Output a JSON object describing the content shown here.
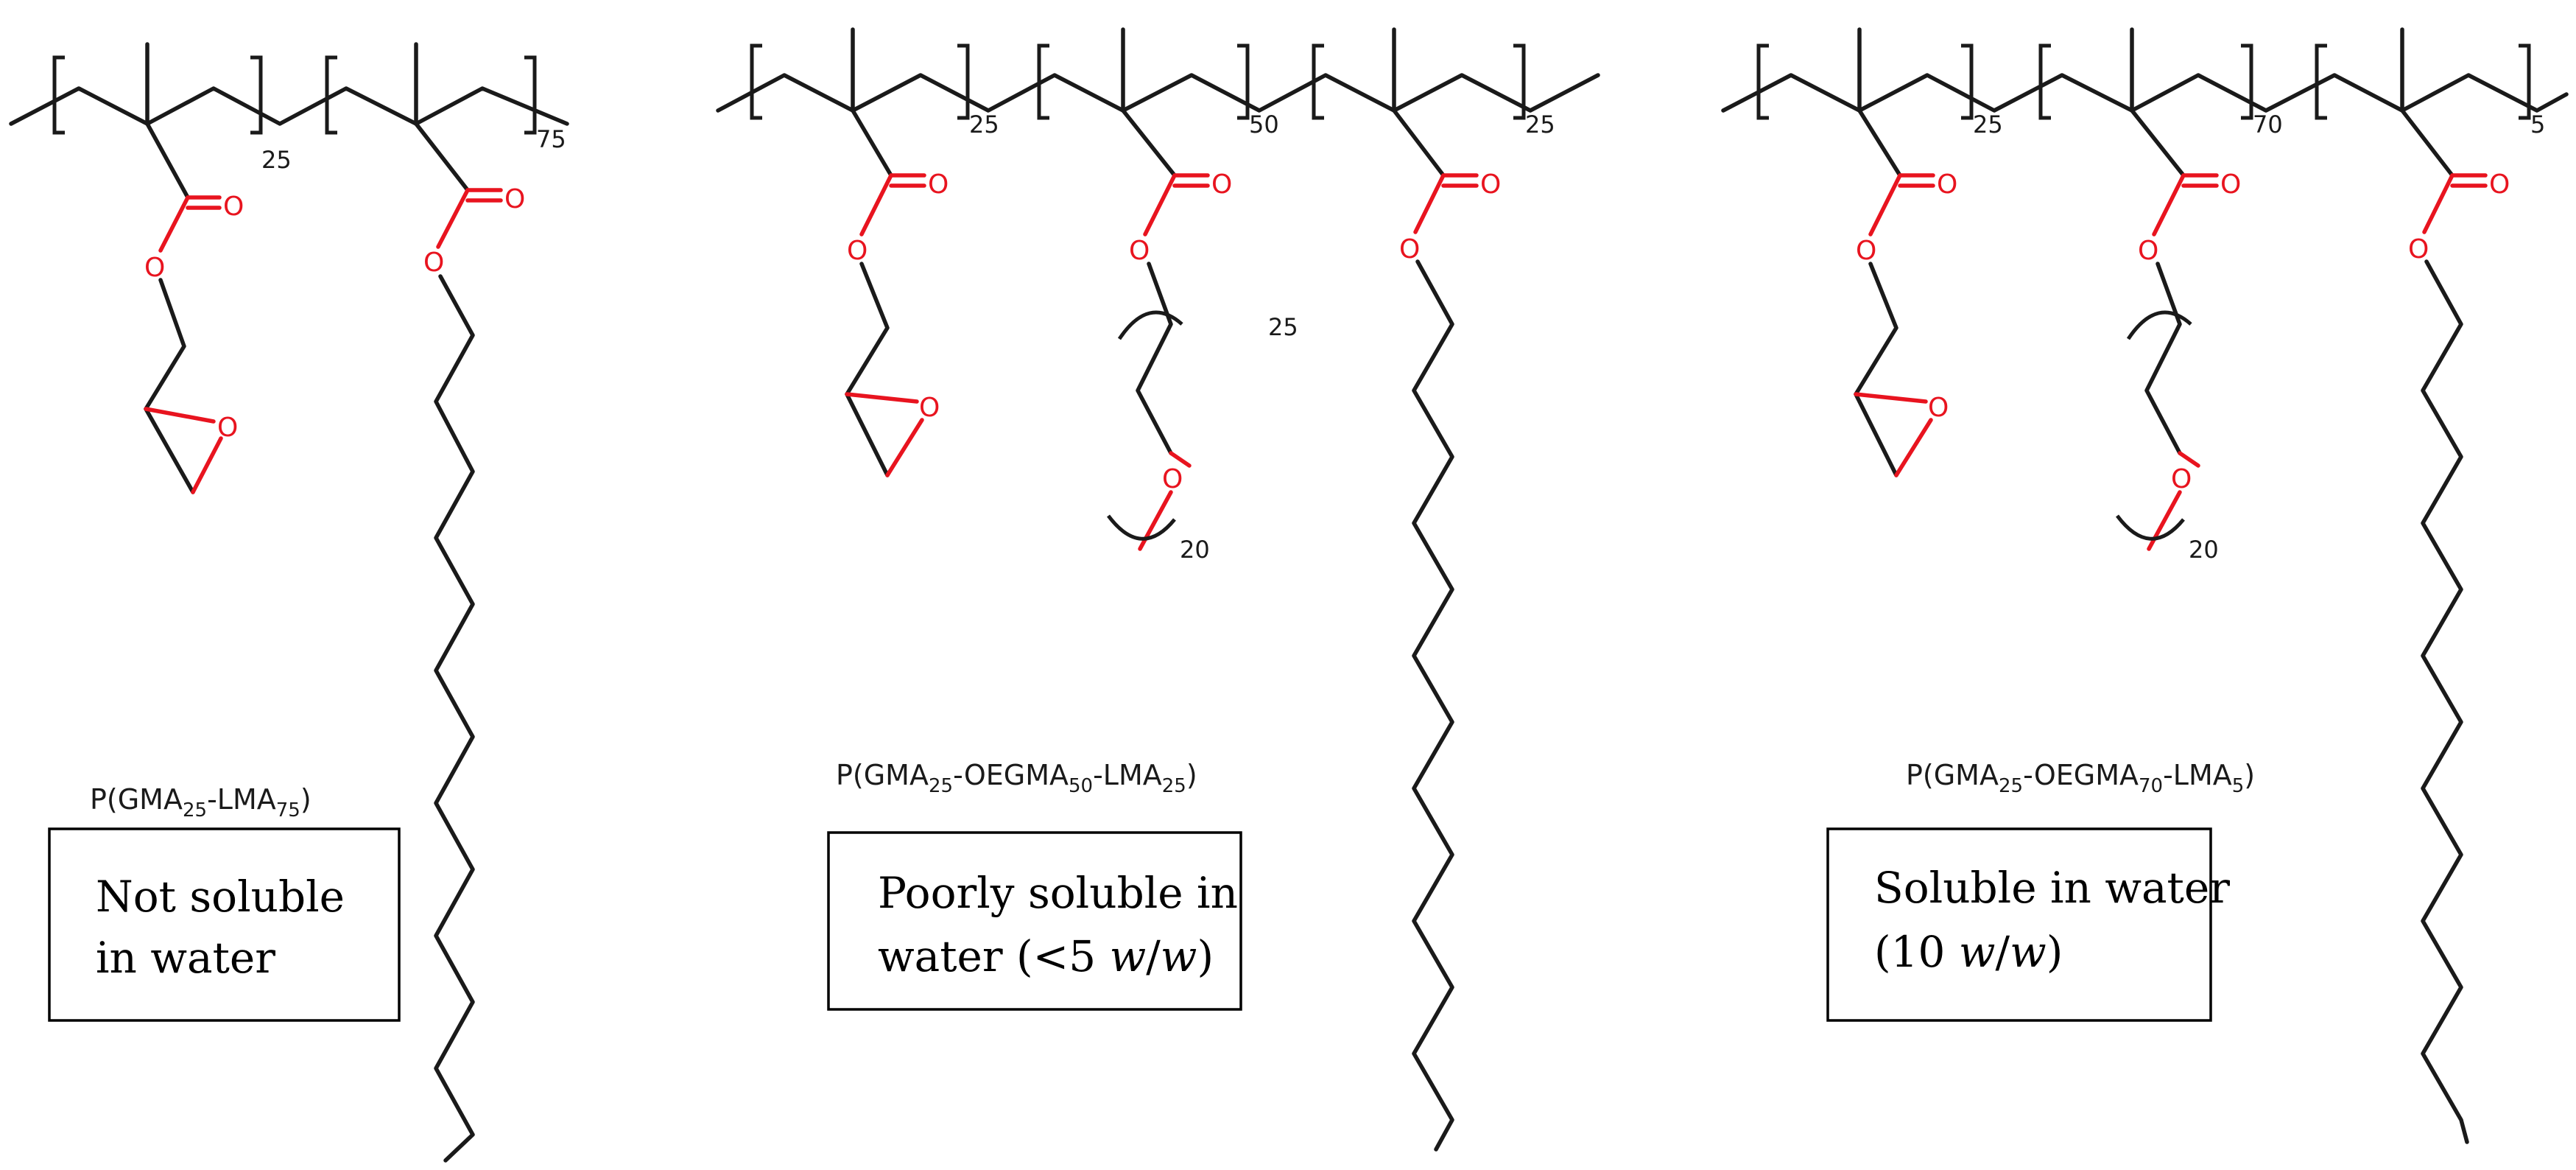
{
  "polymers": [
    {
      "name_parts": [
        "P(GMA",
        "25",
        "-LMA",
        "75",
        ")"
      ],
      "subscripts": [
        "25",
        "75"
      ],
      "solubility": [
        "Not soluble",
        "in water"
      ]
    },
    {
      "name_parts": [
        "P(GMA",
        "25",
        "-OEGMA",
        "50",
        "-LMA",
        "25",
        ")"
      ],
      "subscripts": [
        "25",
        "50",
        "25"
      ],
      "peg_repeat": "25",
      "peg_units": "20",
      "solubility_line1": "Poorly soluble in",
      "solubility_line2_prefix": "water (<5 ",
      "solubility_w1": "w",
      "solubility_slash": "/",
      "solubility_w2": "w",
      "solubility_line2_suffix": ")"
    },
    {
      "name_parts": [
        "P(GMA",
        "25",
        "-OEGMA",
        "70",
        "-LMA",
        "5",
        ")"
      ],
      "subscripts": [
        "25",
        "70",
        "5"
      ],
      "peg_units": "20",
      "solubility_line1": "Soluble in water",
      "solubility_line2_prefix": "(10 ",
      "solubility_w1": "w",
      "solubility_slash": "/",
      "solubility_w2": "w",
      "solubility_line2_suffix": ")"
    }
  ],
  "atom_label": "O",
  "colors": {
    "bond": "#1a1a1a",
    "oxygen": "#e8141f"
  }
}
